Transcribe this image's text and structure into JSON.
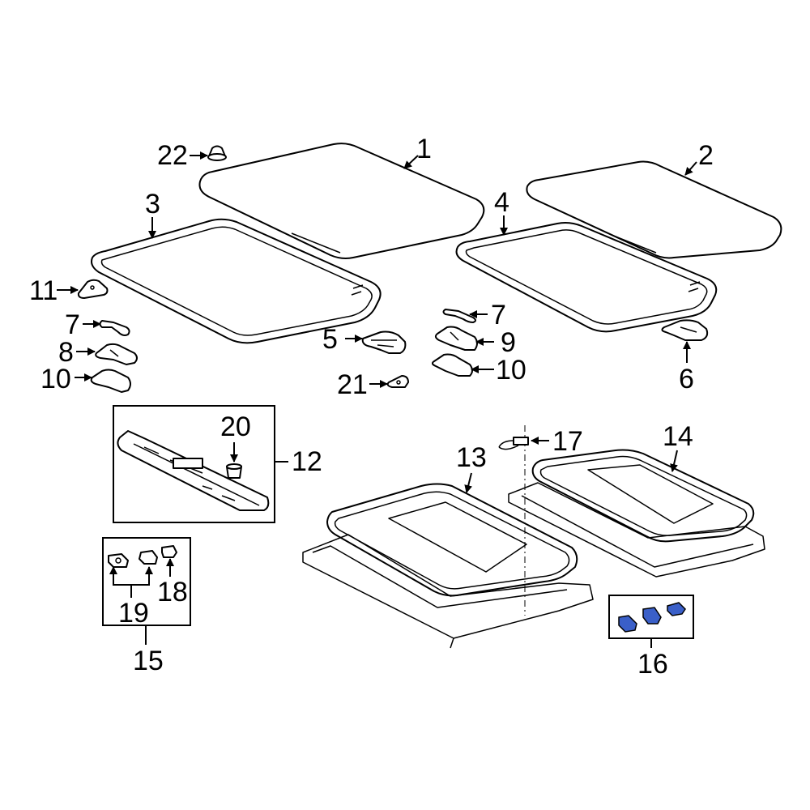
{
  "callouts": {
    "c1": "1",
    "c2": "2",
    "c3": "3",
    "c4": "4",
    "c5": "5",
    "c6": "6",
    "c7a": "7",
    "c7b": "7",
    "c8": "8",
    "c9": "9",
    "c10a": "10",
    "c10b": "10",
    "c11": "11",
    "c12": "12",
    "c13": "13",
    "c14": "14",
    "c15": "15",
    "c16": "16",
    "c17": "17",
    "c18": "18",
    "c19": "19",
    "c20": "20",
    "c21": "21",
    "c22": "22"
  },
  "colors": {
    "highlight": "#3a5fc8",
    "line": "#000000",
    "background": "#ffffff"
  }
}
